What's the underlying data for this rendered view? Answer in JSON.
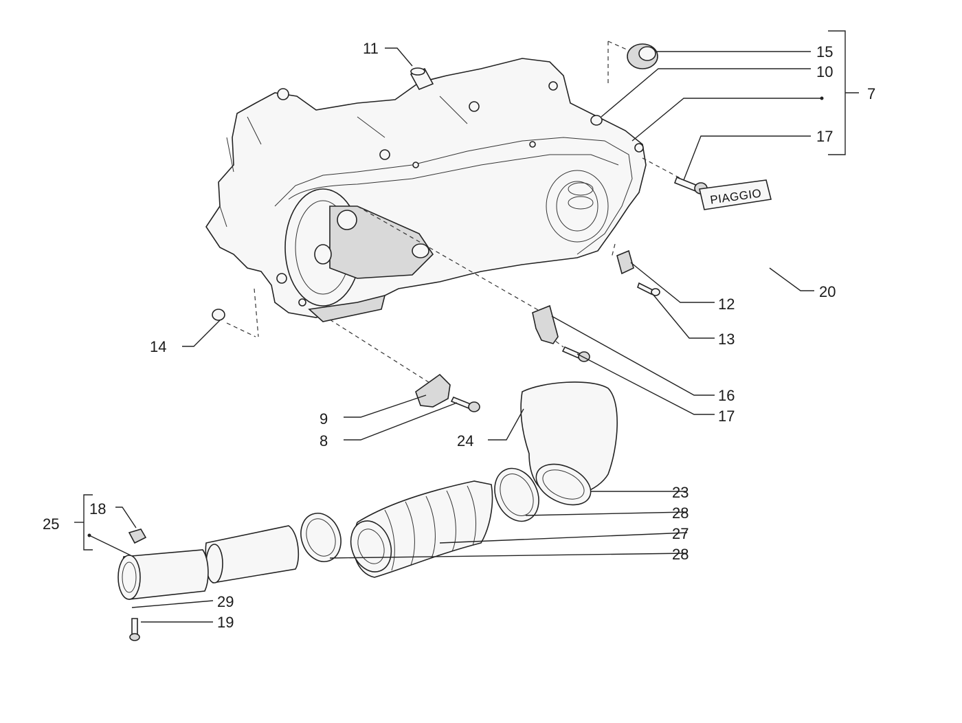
{
  "callouts": {
    "c7": "7",
    "c8": "8",
    "c9": "9",
    "c10": "10",
    "c11": "11",
    "c12": "12",
    "c13": "13",
    "c14": "14",
    "c15": "15",
    "c16": "16",
    "c17a": "17",
    "c17b": "17",
    "c18": "18",
    "c19": "19",
    "c20": "20",
    "c23": "23",
    "c24": "24",
    "c25": "25",
    "c27": "27",
    "c28a": "28",
    "c28b": "28",
    "c29": "29"
  },
  "badge": {
    "text": "PIAGGIO"
  }
}
